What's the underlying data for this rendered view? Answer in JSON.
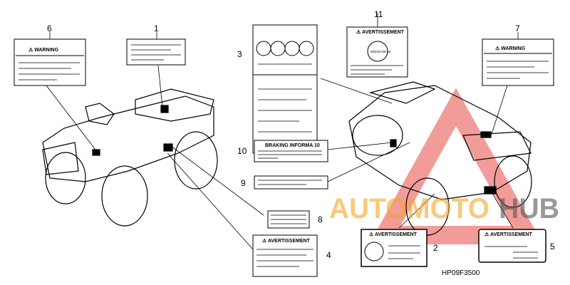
{
  "diagram_code": "HP09F3500",
  "callouts": [
    {
      "num": "1"
    },
    {
      "num": "2"
    },
    {
      "num": "3"
    },
    {
      "num": "4"
    },
    {
      "num": "5"
    },
    {
      "num": "6"
    },
    {
      "num": "7"
    },
    {
      "num": "8"
    },
    {
      "num": "9"
    },
    {
      "num": "10"
    },
    {
      "num": "11"
    }
  ],
  "labels": {
    "warning": "⚠ WARNING",
    "avertissement": "⚠ AVERTISSEMENT",
    "braking": "BRAKING INFORMA 10",
    "age_badge": "MOINS DE 16"
  },
  "watermark": {
    "text_a": "AUTOMOTO",
    "text_b": "HUB",
    "color_a": "#f5a623",
    "color_b": "#555555",
    "triangle_color": "#e53935"
  }
}
